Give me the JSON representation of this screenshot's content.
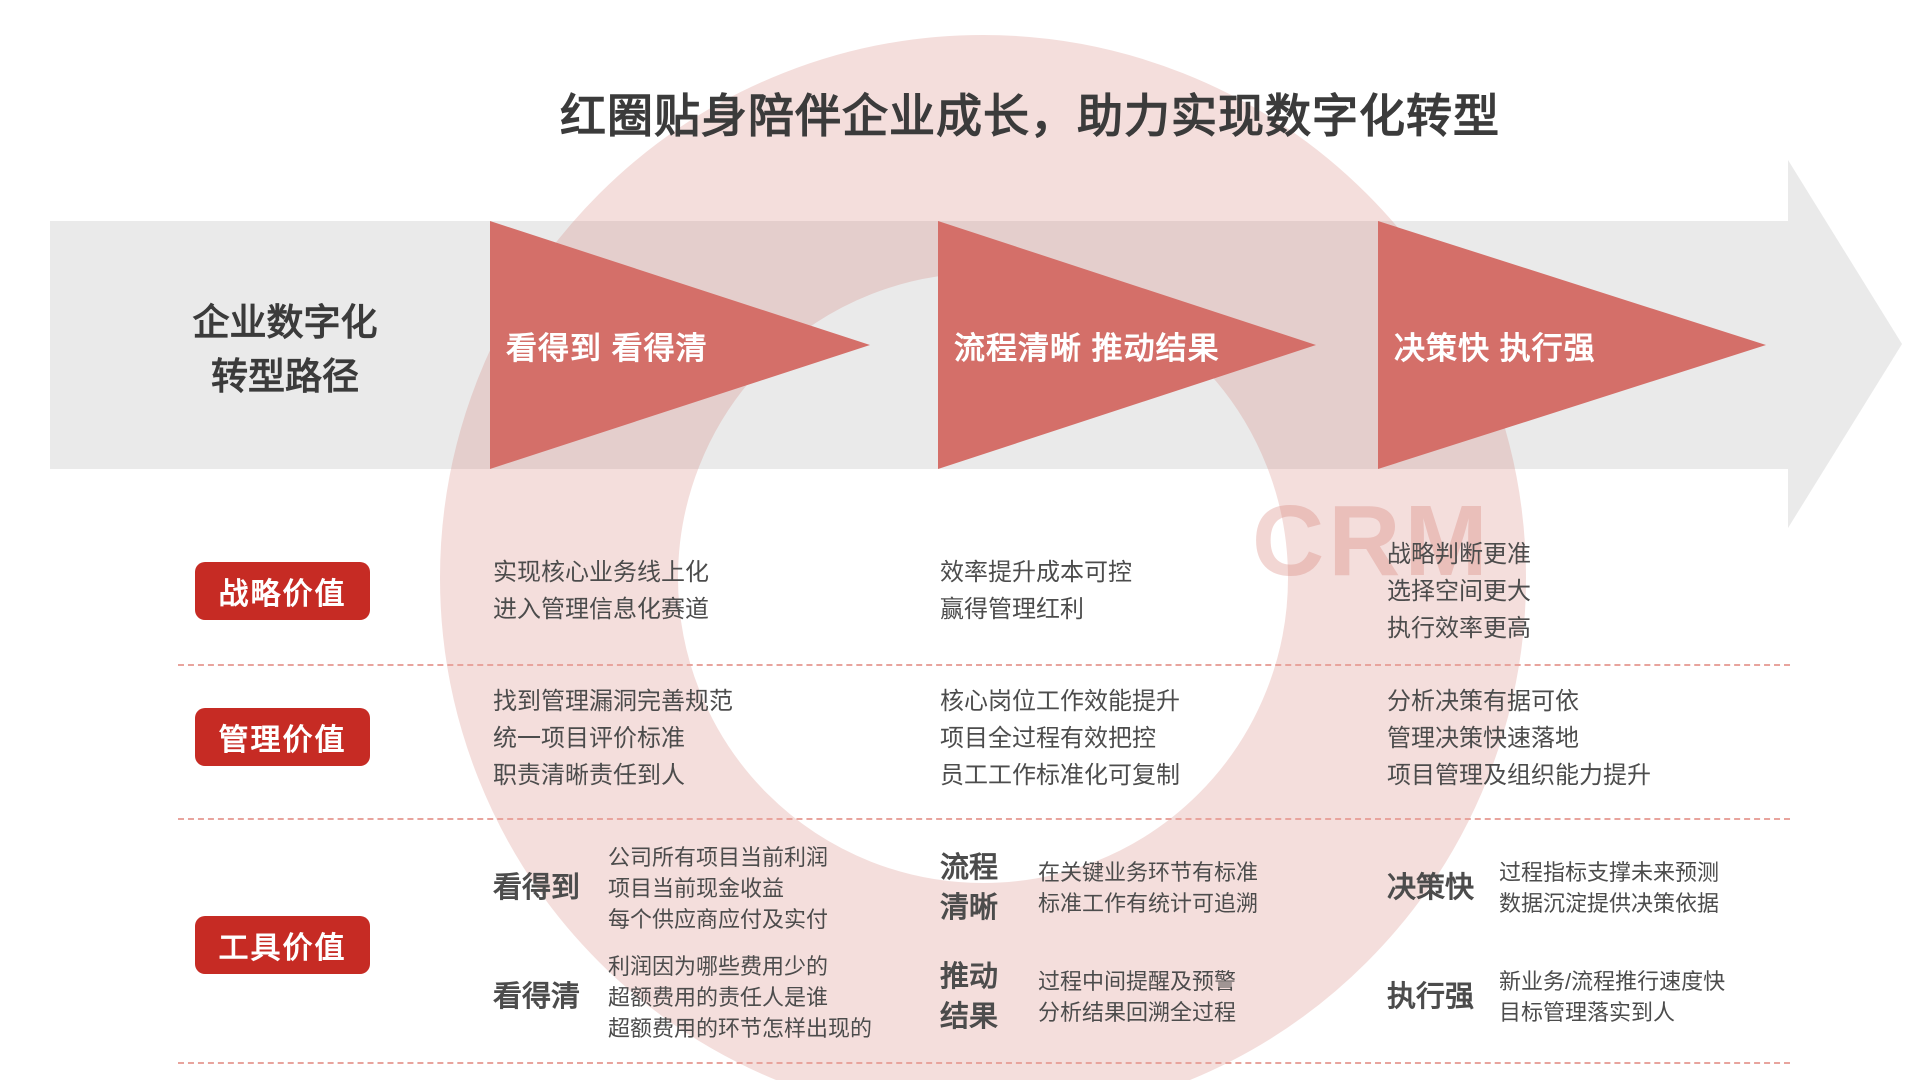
{
  "title": "红圈贴身陪伴企业成长，助力实现数字化转型",
  "watermark": "CRM",
  "colors": {
    "accent_red": "#c62b24",
    "stage_triangle": "#d46f69",
    "band_gray": "#eaeaea",
    "watermark_pink": "#f3d9d6",
    "dashed_line": "#e8a49d",
    "body_text": "#4c4c4c",
    "title_text": "#3b3b3b"
  },
  "band": {
    "label_line1": "企业数字化",
    "label_line2": "转型路径",
    "stages": [
      {
        "label": "看得到 看得清"
      },
      {
        "label": "流程清晰 推动结果"
      },
      {
        "label": "决策快 执行强"
      }
    ]
  },
  "rows": [
    {
      "label": "战略价值",
      "columns": [
        {
          "lines": [
            "实现核心业务线上化",
            "进入管理信息化赛道"
          ]
        },
        {
          "lines": [
            "效率提升成本可控",
            "赢得管理红利"
          ]
        },
        {
          "lines": [
            "战略判断更准",
            "选择空间更大",
            "执行效率更高"
          ]
        }
      ]
    },
    {
      "label": "管理价值",
      "columns": [
        {
          "lines": [
            "找到管理漏洞完善规范",
            "统一项目评价标准",
            "职责清晰责任到人"
          ]
        },
        {
          "lines": [
            "核心岗位工作效能提升",
            "项目全过程有效把控",
            "员工工作标准化可复制"
          ]
        },
        {
          "lines": [
            "分析决策有据可依",
            "管理决策快速落地",
            "项目管理及组织能力提升"
          ]
        }
      ]
    },
    {
      "label": "工具价值",
      "cells": [
        {
          "sub": [
            "看得到"
          ],
          "lines": [
            "公司所有项目当前利润",
            "项目当前现金收益",
            "每个供应商应付及实付"
          ]
        },
        {
          "sub": [
            "流程",
            "清晰"
          ],
          "lines": [
            "在关键业务环节有标准",
            "标准工作有统计可追溯"
          ]
        },
        {
          "sub": [
            "决策快"
          ],
          "lines": [
            "过程指标支撑未来预测",
            "数据沉淀提供决策依据"
          ]
        },
        {
          "sub": [
            "看得清"
          ],
          "lines": [
            "利润因为哪些费用少的",
            "超额费用的责任人是谁",
            "超额费用的环节怎样出现的"
          ]
        },
        {
          "sub": [
            "推动",
            "结果"
          ],
          "lines": [
            "过程中间提醒及预警",
            "分析结果回溯全过程"
          ]
        },
        {
          "sub": [
            "执行强"
          ],
          "lines": [
            "新业务/流程推行速度快",
            "目标管理落实到人"
          ]
        }
      ]
    }
  ]
}
